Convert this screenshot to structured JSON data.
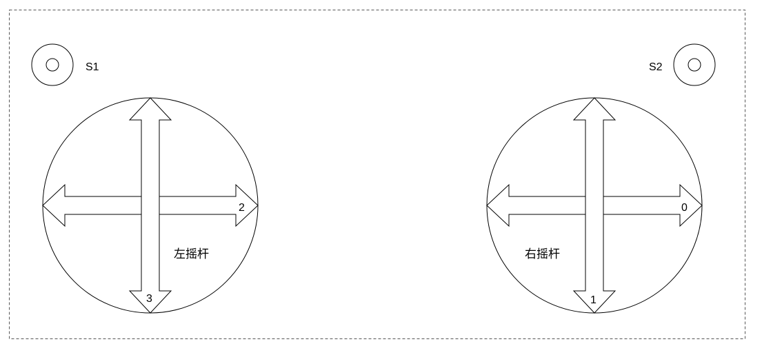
{
  "buttons": {
    "s1_label": "S1",
    "s2_label": "S2"
  },
  "sticks": {
    "left": {
      "name": "左摇杆",
      "horizontal_axis": "2",
      "vertical_axis": "3"
    },
    "right": {
      "name": "右摇杆",
      "horizontal_axis": "0",
      "vertical_axis": "1"
    }
  }
}
